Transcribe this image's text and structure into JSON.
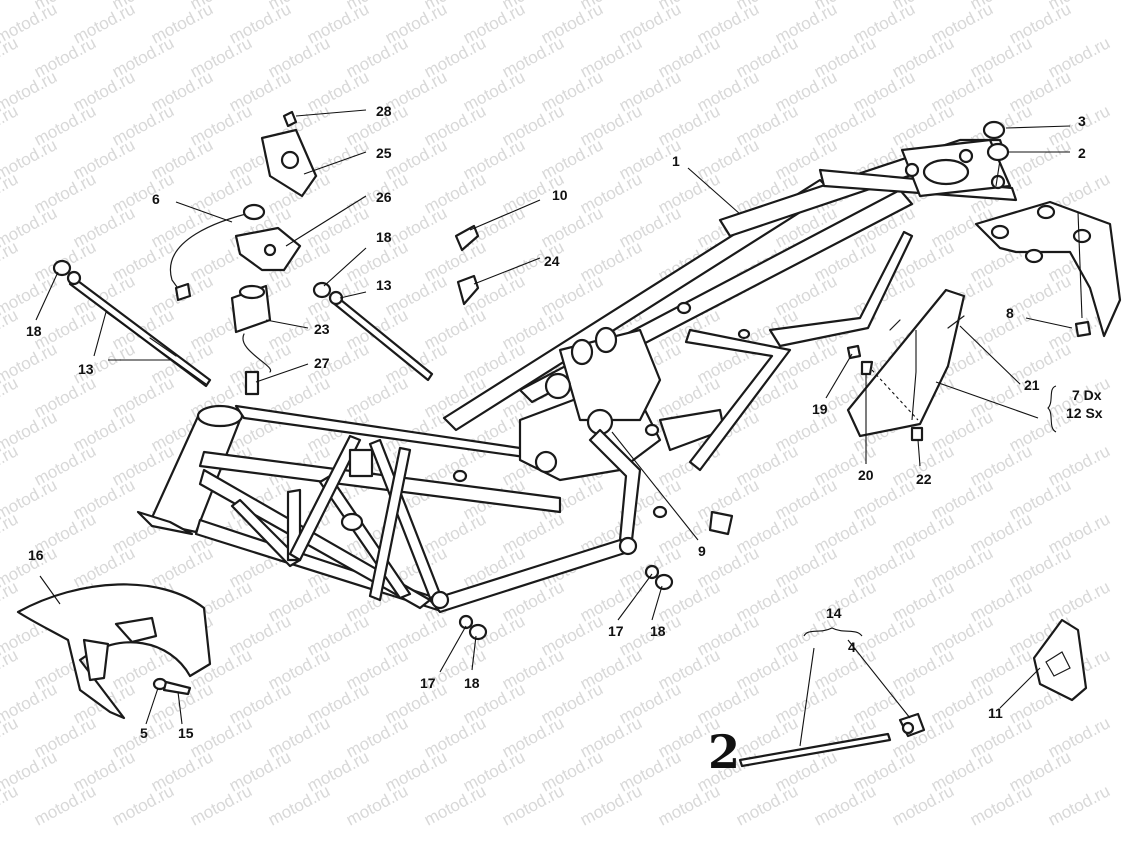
{
  "watermark": "motod.ru",
  "colors": {
    "line": "#1a1a1a",
    "background": "#ffffff",
    "watermark": "#d8d8d8"
  },
  "callouts": [
    {
      "id": "c1",
      "label": "1"
    },
    {
      "id": "c2",
      "label": "2"
    },
    {
      "id": "c3",
      "label": "3"
    },
    {
      "id": "c4",
      "label": "4"
    },
    {
      "id": "c5",
      "label": "5"
    },
    {
      "id": "c6",
      "label": "6"
    },
    {
      "id": "c8",
      "label": "8"
    },
    {
      "id": "c9",
      "label": "9"
    },
    {
      "id": "c10",
      "label": "10"
    },
    {
      "id": "c11",
      "label": "11"
    },
    {
      "id": "c13a",
      "label": "13"
    },
    {
      "id": "c13b",
      "label": "13"
    },
    {
      "id": "c14",
      "label": "14"
    },
    {
      "id": "c15",
      "label": "15"
    },
    {
      "id": "c16",
      "label": "16"
    },
    {
      "id": "c17a",
      "label": "17"
    },
    {
      "id": "c17b",
      "label": "17"
    },
    {
      "id": "c18a",
      "label": "18"
    },
    {
      "id": "c18b",
      "label": "18"
    },
    {
      "id": "c18c",
      "label": "18"
    },
    {
      "id": "c18d",
      "label": "18"
    },
    {
      "id": "c19",
      "label": "19"
    },
    {
      "id": "c20",
      "label": "20"
    },
    {
      "id": "c21",
      "label": "21"
    },
    {
      "id": "c22",
      "label": "22"
    },
    {
      "id": "c23",
      "label": "23"
    },
    {
      "id": "c24",
      "label": "24"
    },
    {
      "id": "c25",
      "label": "25"
    },
    {
      "id": "c26",
      "label": "26"
    },
    {
      "id": "c27",
      "label": "27"
    },
    {
      "id": "c28",
      "label": "28"
    }
  ],
  "side_notes": {
    "right": "7 Dx",
    "left": "12 Sx"
  },
  "handwritten_mark": "2"
}
